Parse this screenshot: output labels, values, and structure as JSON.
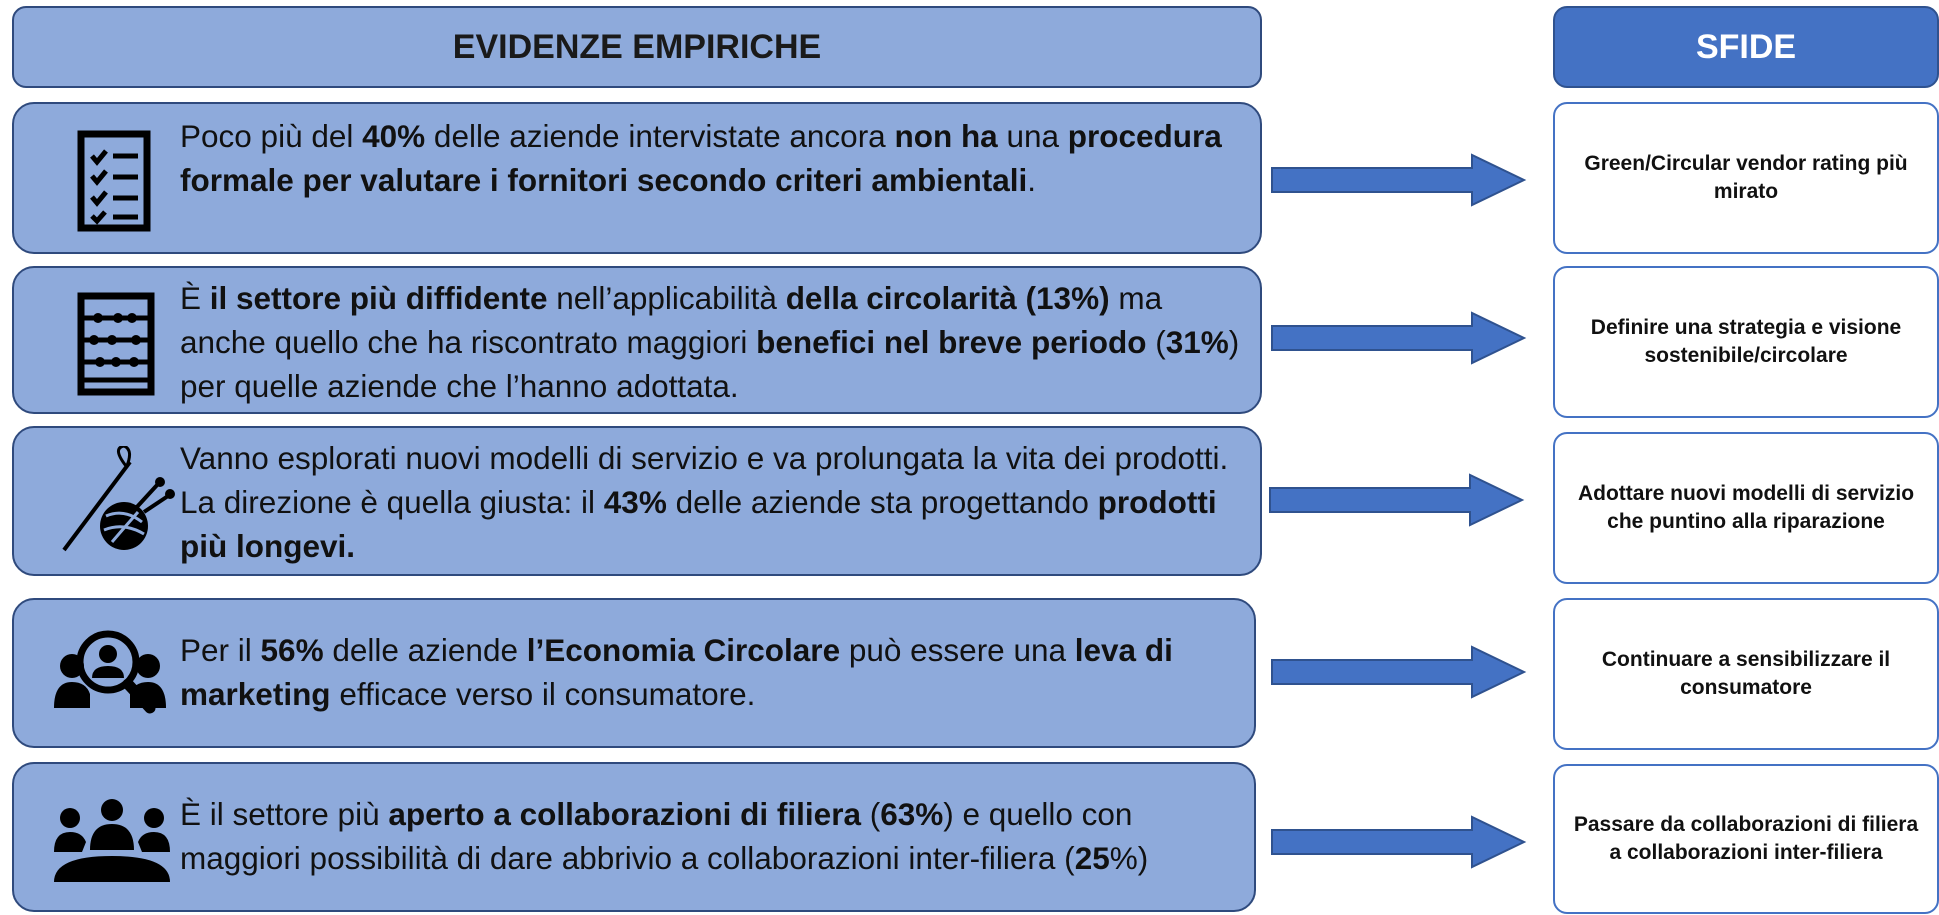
{
  "header": {
    "left_title": "EVIDENZE EMPIRICHE",
    "right_title": "SFIDE"
  },
  "evidences": [
    {
      "icon": "checklist-icon",
      "segments": [
        {
          "t": "Poco più del ",
          "b": false
        },
        {
          "t": "40%",
          "b": true
        },
        {
          "t": " delle aziende intervistate ancora ",
          "b": false
        },
        {
          "t": "non ha",
          "b": true
        },
        {
          "t": " una ",
          "b": false
        },
        {
          "t": "procedura formale per valutare i fornitori secondo criteri ambientali",
          "b": true
        },
        {
          "t": ".",
          "b": false
        }
      ]
    },
    {
      "icon": "abacus-icon",
      "segments": [
        {
          "t": "È ",
          "b": false
        },
        {
          "t": "il settore più diffidente",
          "b": true
        },
        {
          "t": " nell’applicabilità ",
          "b": false
        },
        {
          "t": "della circolarità (13%)",
          "b": true
        },
        {
          "t": " ma anche quello che ha riscontrato maggiori ",
          "b": false
        },
        {
          "t": "benefici nel breve periodo",
          "b": true
        },
        {
          "t": " (",
          "b": false
        },
        {
          "t": "31%",
          "b": true
        },
        {
          "t": ") per quelle aziende che l’hanno adottata.",
          "b": false
        }
      ]
    },
    {
      "icon": "yarn-needle-icon",
      "segments": [
        {
          "t": "Vanno esplorati nuovi modelli di servizio e va prolungata la vita dei prodotti. La direzione è quella giusta: il ",
          "b": false
        },
        {
          "t": "43%",
          "b": true
        },
        {
          "t": " delle aziende sta progettando ",
          "b": false
        },
        {
          "t": "prodotti più longevi.",
          "b": true
        }
      ]
    },
    {
      "icon": "audience-search-icon",
      "segments": [
        {
          "t": "Per il ",
          "b": false
        },
        {
          "t": "56%",
          "b": true
        },
        {
          "t": " delle aziende ",
          "b": false
        },
        {
          "t": "l’Economia Circolare",
          "b": true
        },
        {
          "t": " può essere una ",
          "b": false
        },
        {
          "t": "leva di marketing",
          "b": true
        },
        {
          "t": " efficace verso il consumatore.",
          "b": false
        }
      ]
    },
    {
      "icon": "meeting-people-icon",
      "segments": [
        {
          "t": "È il settore più ",
          "b": false
        },
        {
          "t": "aperto a collaborazioni di filiera",
          "b": true
        },
        {
          "t": " (",
          "b": false
        },
        {
          "t": "63%",
          "b": true
        },
        {
          "t": ") e quello con maggiori possibilità di dare abbrivio a collaborazioni inter-filiera (",
          "b": false
        },
        {
          "t": "25",
          "b": true
        },
        {
          "t": "%)",
          "b": false
        }
      ]
    }
  ],
  "challenges": [
    "Green/Circular vendor rating più mirato",
    "Definire una strategia e visione sostenibile/circolare",
    "Adottare nuovi modelli di servizio che puntino alla riparazione",
    "Continuare a sensibilizzare il consumatore",
    "Passare da collaborazioni di filiera a collaborazioni inter-filiera"
  ],
  "colors": {
    "box_fill": "#8eaadb",
    "box_border": "#2f4a7d",
    "accent": "#4472c4",
    "arrow_border": "#2f528f"
  }
}
